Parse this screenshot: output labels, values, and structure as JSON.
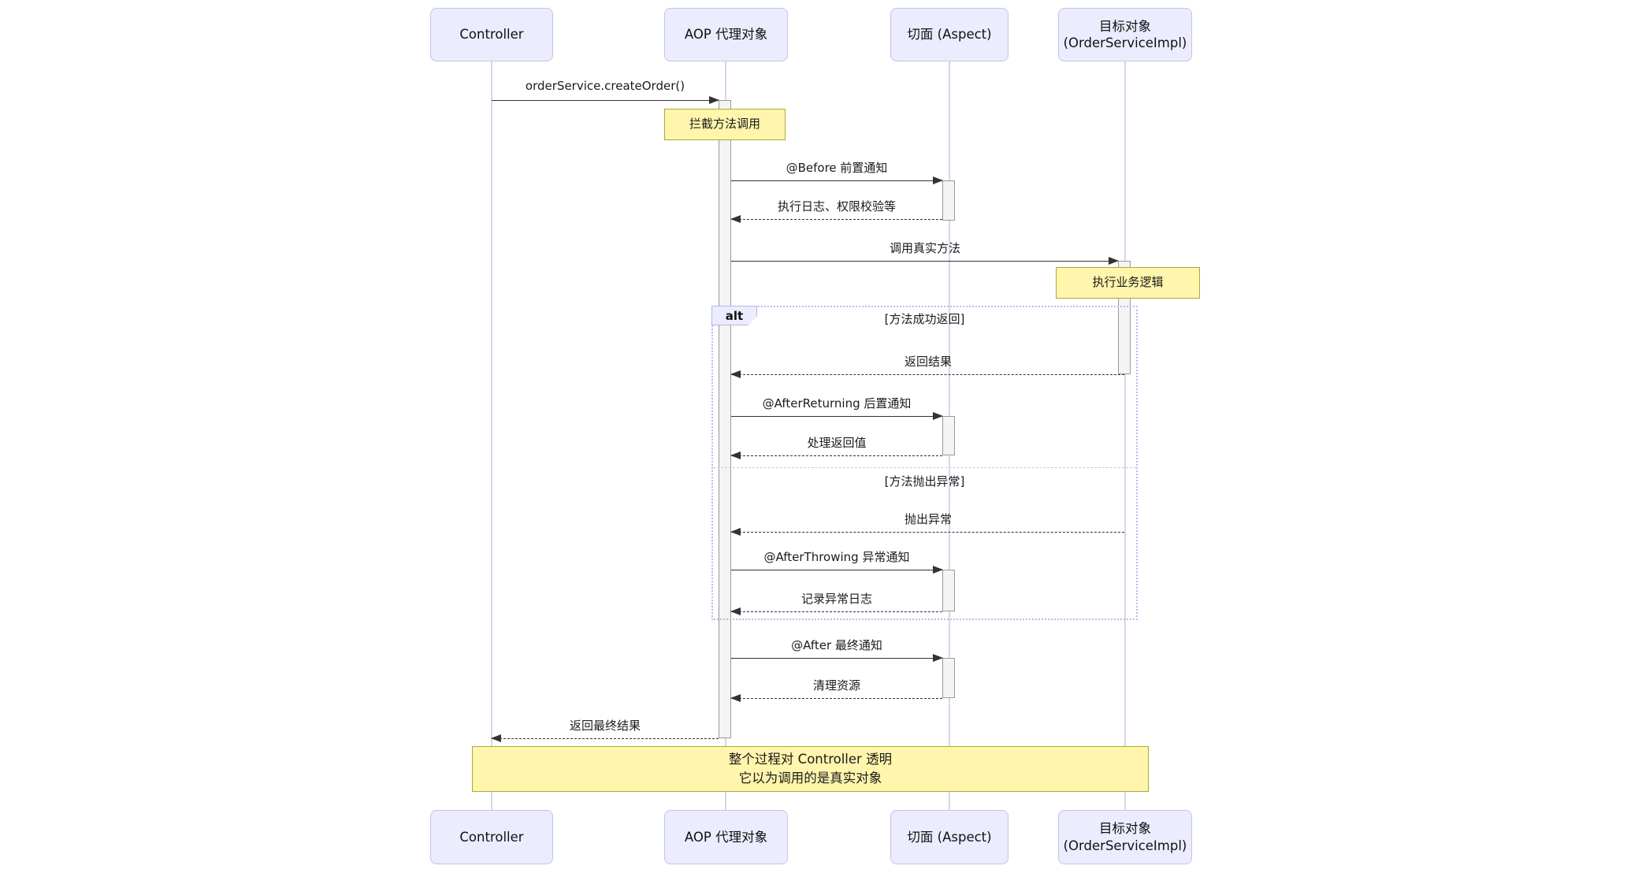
{
  "participants": [
    {
      "name": "Controller"
    },
    {
      "name": "AOP 代理对象"
    },
    {
      "name": "切面 (Aspect)"
    },
    {
      "name": "目标对象",
      "name2": "(OrderServiceImpl)"
    }
  ],
  "messages": [
    {
      "text": "orderService.createOrder()",
      "type": "solid",
      "from": "Controller",
      "to": "AOP 代理对象"
    },
    {
      "text": "@Before 前置通知",
      "type": "solid",
      "from": "AOP 代理对象",
      "to": "切面 (Aspect)"
    },
    {
      "text": "执行日志、权限校验等",
      "type": "dashed",
      "from": "切面 (Aspect)",
      "to": "AOP 代理对象"
    },
    {
      "text": "调用真实方法",
      "type": "solid",
      "from": "AOP 代理对象",
      "to": "目标对象 (OrderServiceImpl)"
    },
    {
      "text": "返回结果",
      "type": "dashed",
      "from": "目标对象 (OrderServiceImpl)",
      "to": "AOP 代理对象"
    },
    {
      "text": "@AfterReturning 后置通知",
      "type": "solid",
      "from": "AOP 代理对象",
      "to": "切面 (Aspect)"
    },
    {
      "text": "处理返回值",
      "type": "dashed",
      "from": "切面 (Aspect)",
      "to": "AOP 代理对象"
    },
    {
      "text": "抛出异常",
      "type": "dashed",
      "from": "目标对象 (OrderServiceImpl)",
      "to": "AOP 代理对象"
    },
    {
      "text": "@AfterThrowing 异常通知",
      "type": "solid",
      "from": "AOP 代理对象",
      "to": "切面 (Aspect)"
    },
    {
      "text": "记录异常日志",
      "type": "dashed",
      "from": "切面 (Aspect)",
      "to": "AOP 代理对象"
    },
    {
      "text": "@After 最终通知",
      "type": "solid",
      "from": "AOP 代理对象",
      "to": "切面 (Aspect)"
    },
    {
      "text": "清理资源",
      "type": "dashed",
      "from": "切面 (Aspect)",
      "to": "AOP 代理对象"
    },
    {
      "text": "返回最终结果",
      "type": "dashed",
      "from": "AOP 代理对象",
      "to": "Controller"
    }
  ],
  "notes": [
    {
      "text": "拦截方法调用"
    },
    {
      "text": "执行业务逻辑"
    },
    {
      "line1": "整个过程对 Controller 透明",
      "line2": "它以为调用的是真实对象"
    }
  ],
  "alt_frame": {
    "label": "alt",
    "guard_success": "[方法成功返回]",
    "guard_exception": "[方法抛出异常]"
  },
  "colors": {
    "participant_fill": "#ECECFF",
    "participant_border": "#c3c3e8",
    "lifeline": "#d6d6ee",
    "note_fill": "#fff5ad",
    "note_border": "#aaaa33",
    "activation_fill": "#f4f4f4",
    "activation_border": "#9a9a9a",
    "arrow": "#333333",
    "alt_border": "#bcbce4"
  }
}
